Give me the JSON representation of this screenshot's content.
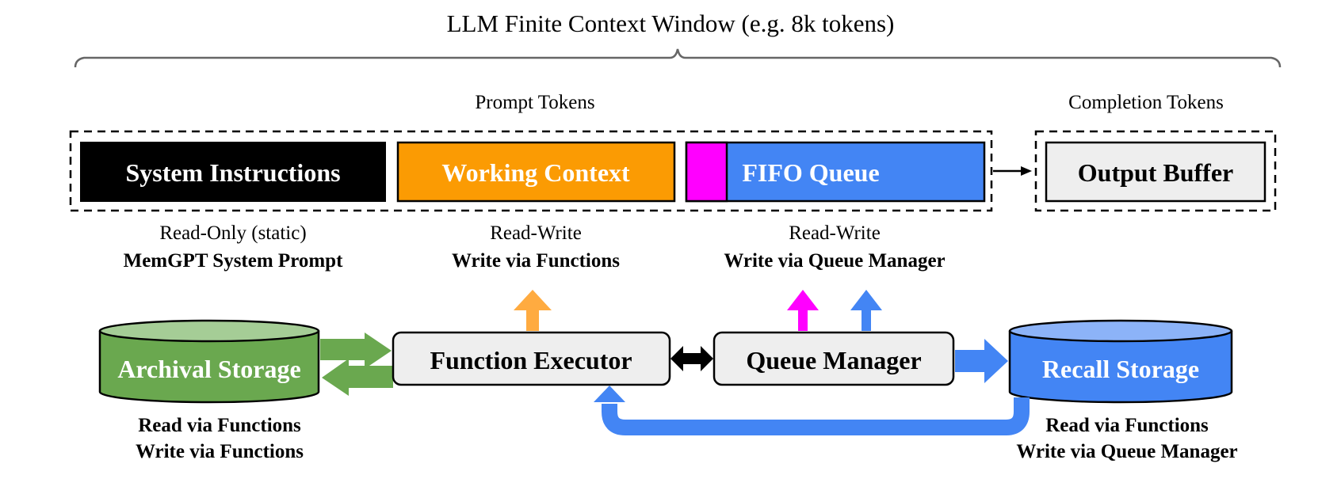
{
  "title": "LLM Finite Context Window (e.g. 8k tokens)",
  "groups": {
    "prompt_tokens": "Prompt Tokens",
    "completion_tokens": "Completion Tokens"
  },
  "context_blocks": [
    {
      "label": "System Instructions",
      "fill": "#000000",
      "text_color": "#ffffff",
      "access": "Read-Only (static)",
      "note": "MemGPT System Prompt"
    },
    {
      "label": "Working Context",
      "fill": "#fb9b03",
      "text_color": "#ffffff",
      "access": "Read-Write",
      "note": "Write via Functions"
    },
    {
      "label": "FIFO Queue",
      "fill": "#4385f4",
      "accent_fill": "#ff00ff",
      "text_color": "#ffffff",
      "access": "Read-Write",
      "note": "Write via Queue Manager"
    },
    {
      "label": "Output Buffer",
      "fill": "#eeeeee",
      "text_color": "#000000"
    }
  ],
  "components": {
    "archival_storage": {
      "label": "Archival Storage",
      "fill": "#6aa84f",
      "top_fill": "#a5cd96",
      "notes": [
        "Read via Functions",
        "Write via Functions"
      ]
    },
    "function_executor": {
      "label": "Function Executor",
      "fill": "#eeeeee"
    },
    "queue_manager": {
      "label": "Queue Manager",
      "fill": "#eeeeee"
    },
    "recall_storage": {
      "label": "Recall Storage",
      "fill": "#4385f4",
      "top_fill": "#8cb3f8",
      "notes": [
        "Read via Functions",
        "Write via Queue Manager"
      ]
    }
  },
  "colors": {
    "orange_arrow": "#ffab40",
    "magenta": "#ff00ff",
    "blue": "#4385f4",
    "green": "#6aa84f",
    "brace": "#666666"
  }
}
